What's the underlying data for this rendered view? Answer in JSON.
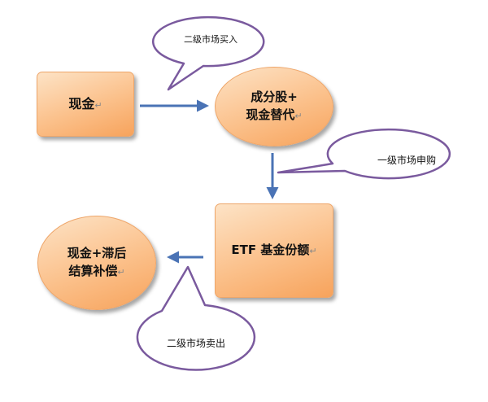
{
  "nodes": {
    "cash": {
      "label": "现金",
      "mark": "↵"
    },
    "components": {
      "line1": "成分股+",
      "line2": "现金替代",
      "mark": "↵"
    },
    "etf": {
      "label": "ETF 基金份额",
      "mark": "↵"
    },
    "settlement": {
      "line1": "现金+滞后",
      "line2": "结算补偿",
      "mark": "↵"
    }
  },
  "callouts": {
    "secondary_buy": "二级市场买入",
    "primary_subscribe": "一级市场申购",
    "secondary_sell": "二级市场卖出"
  },
  "colors": {
    "node_light": "#fde3c6",
    "node_dark": "#f7a35c",
    "arrow": "#4a73b5",
    "callout_border": "#7a5a9e"
  }
}
